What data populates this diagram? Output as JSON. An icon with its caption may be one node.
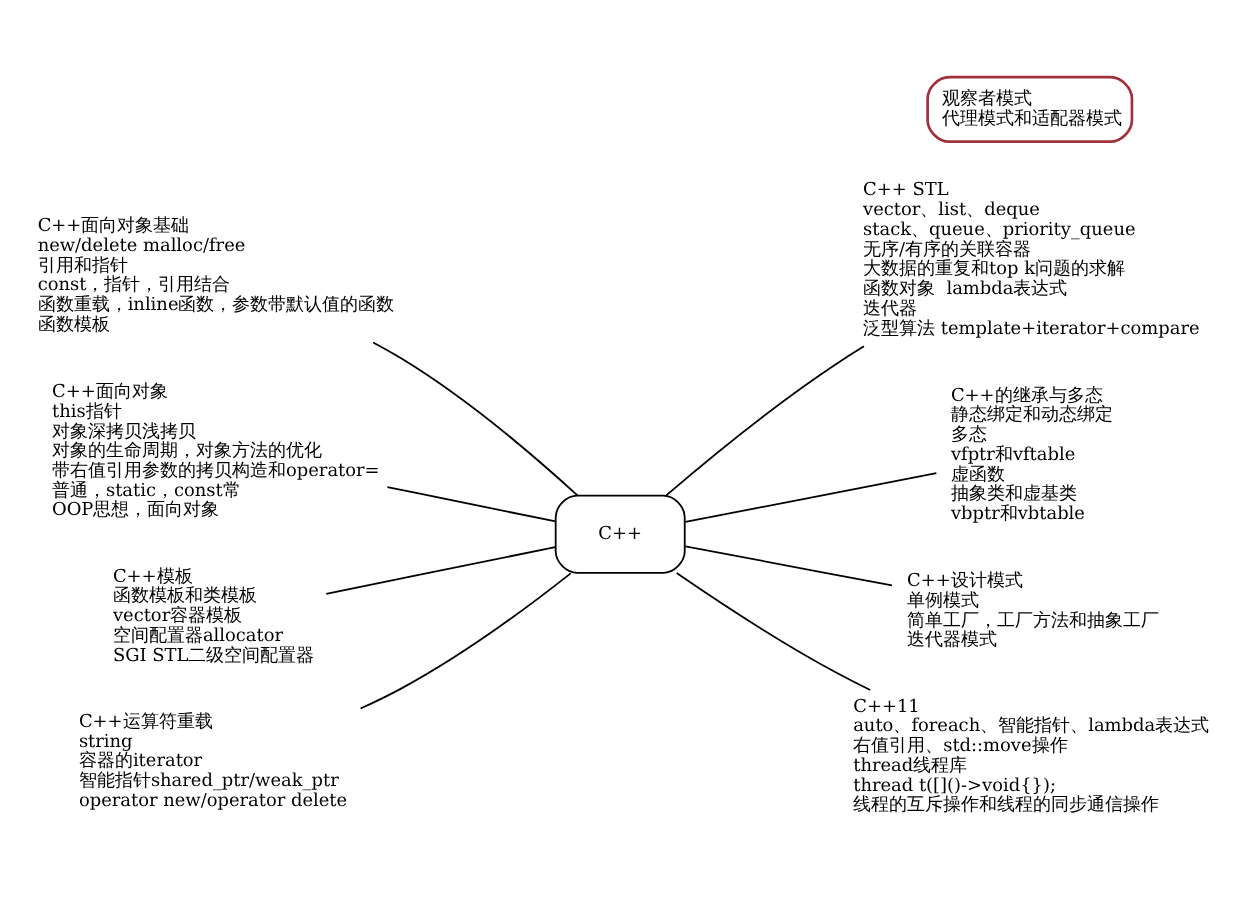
{
  "diagram": {
    "nodes": [
      {
        "text": [
          "C++面向对象基础",
          "new/delete malloc/free",
          "引用和指针",
          "const，指针，引用结合",
          "函数重载，inline函数，参数带默认值的函数",
          "函数模板"
        ]
      },
      {
        "text": [
          "C++ STL",
          "vector、list、deque",
          "stack、queue、priority_queue",
          "无序/有序的关联容器",
          "大数据的重复和top k问题的求解",
          "函数对象  lambda表达式",
          "迭代器",
          "泛型算法 template+iterator+compare"
        ]
      },
      {
        "text": [
          "C++面向对象",
          "this指针",
          "对象深拷贝浅拷贝",
          "对象的生命周期，对象方法的优化",
          "带右值引用参数的拷贝构造和operator=",
          "普通，static，const常",
          "OOP思想，面向对象"
        ]
      },
      {
        "text": [
          "C++的继承与多态",
          "静态绑定和动态绑定",
          "多态",
          "vfptr和vftable",
          "虚函数",
          "抽象类和虚基类",
          "vbptr和vbtable"
        ]
      },
      {
        "text": [
          "C++"
        ]
      },
      {
        "text": [
          "C++模板",
          "函数模板和类模板",
          "vector容器模板",
          "空间配置器allocator",
          "SGI STL二级空间配置器"
        ]
      },
      {
        "text": [
          "C++设计模式",
          "单例模式",
          "简单工厂，工厂方法和抽象工厂",
          "迭代器模式"
        ]
      },
      {
        "text": [
          "观察者模式",
          "代理模式和适配器模式"
        ]
      },
      {
        "text": [
          "C++运算符重载",
          "string",
          "容器的iterator",
          "智能指针shared_ptr/weak_ptr",
          "operator new/operator delete"
        ]
      },
      {
        "text": [
          "C++11",
          "auto、foreach、智能指针、lambda表达式",
          "右值引用、std::move操作",
          "thread线程库",
          "thread t([]()->void{});",
          "线程的互斥操作和线程的同步通信操作"
        ]
      }
    ],
    "edges": [
      {
        "from": 0,
        "to": 4,
        "arrow": "none"
      },
      {
        "from": 4,
        "to": 1,
        "arrow": "none"
      },
      {
        "from": 2,
        "to": 4,
        "arrow": "none"
      },
      {
        "from": 4,
        "to": 3,
        "arrow": "none"
      },
      {
        "from": 5,
        "to": 4,
        "arrow": "none"
      },
      {
        "from": 4,
        "to": 6,
        "arrow": "none"
      },
      {
        "from": 8,
        "to": 4,
        "arrow": "none"
      },
      {
        "from": 4,
        "to": 9,
        "arrow": "none"
      }
    ]
  }
}
